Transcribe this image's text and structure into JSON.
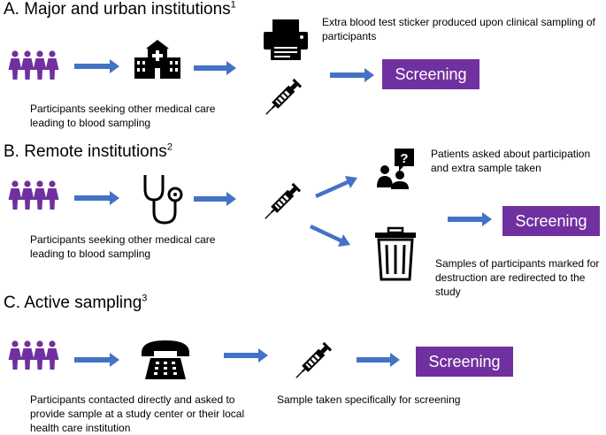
{
  "colors": {
    "people": "#7030a0",
    "arrow": "#4472c4",
    "screening_bg": "#7030a0",
    "screening_text": "#ffffff"
  },
  "sections": [
    {
      "heading": "A. Major and urban institutions",
      "sup": "1",
      "screening": "Screening",
      "texts": {
        "sticker": "Extra blood test sticker produced upon clinical sampling of participants",
        "participants": "Participants seeking other medical care leading to blood sampling"
      },
      "icons": [
        "people-icon",
        "hospital-icon",
        "printer-icon",
        "syringe-icon"
      ]
    },
    {
      "heading": "B. Remote institutions",
      "sup": "2",
      "screening": "Screening",
      "texts": {
        "patients": "Patients asked about participation and extra sample taken",
        "participants": "Participants seeking other medical care leading to blood sampling",
        "destruction": "Samples of participants marked for destruction are redirected to the study"
      },
      "icons": [
        "people-icon",
        "stethoscope-icon",
        "syringe-icon",
        "question-people-icon",
        "trash-can-icon"
      ]
    },
    {
      "heading": "C. Active sampling",
      "sup": "3",
      "screening": "Screening",
      "texts": {
        "contacted": "Participants contacted directly and asked to provide sample at a study center or their local health care institution",
        "sample": "Sample taken specifically for screening"
      },
      "icons": [
        "people-icon",
        "telephone-icon",
        "syringe-icon"
      ]
    }
  ]
}
